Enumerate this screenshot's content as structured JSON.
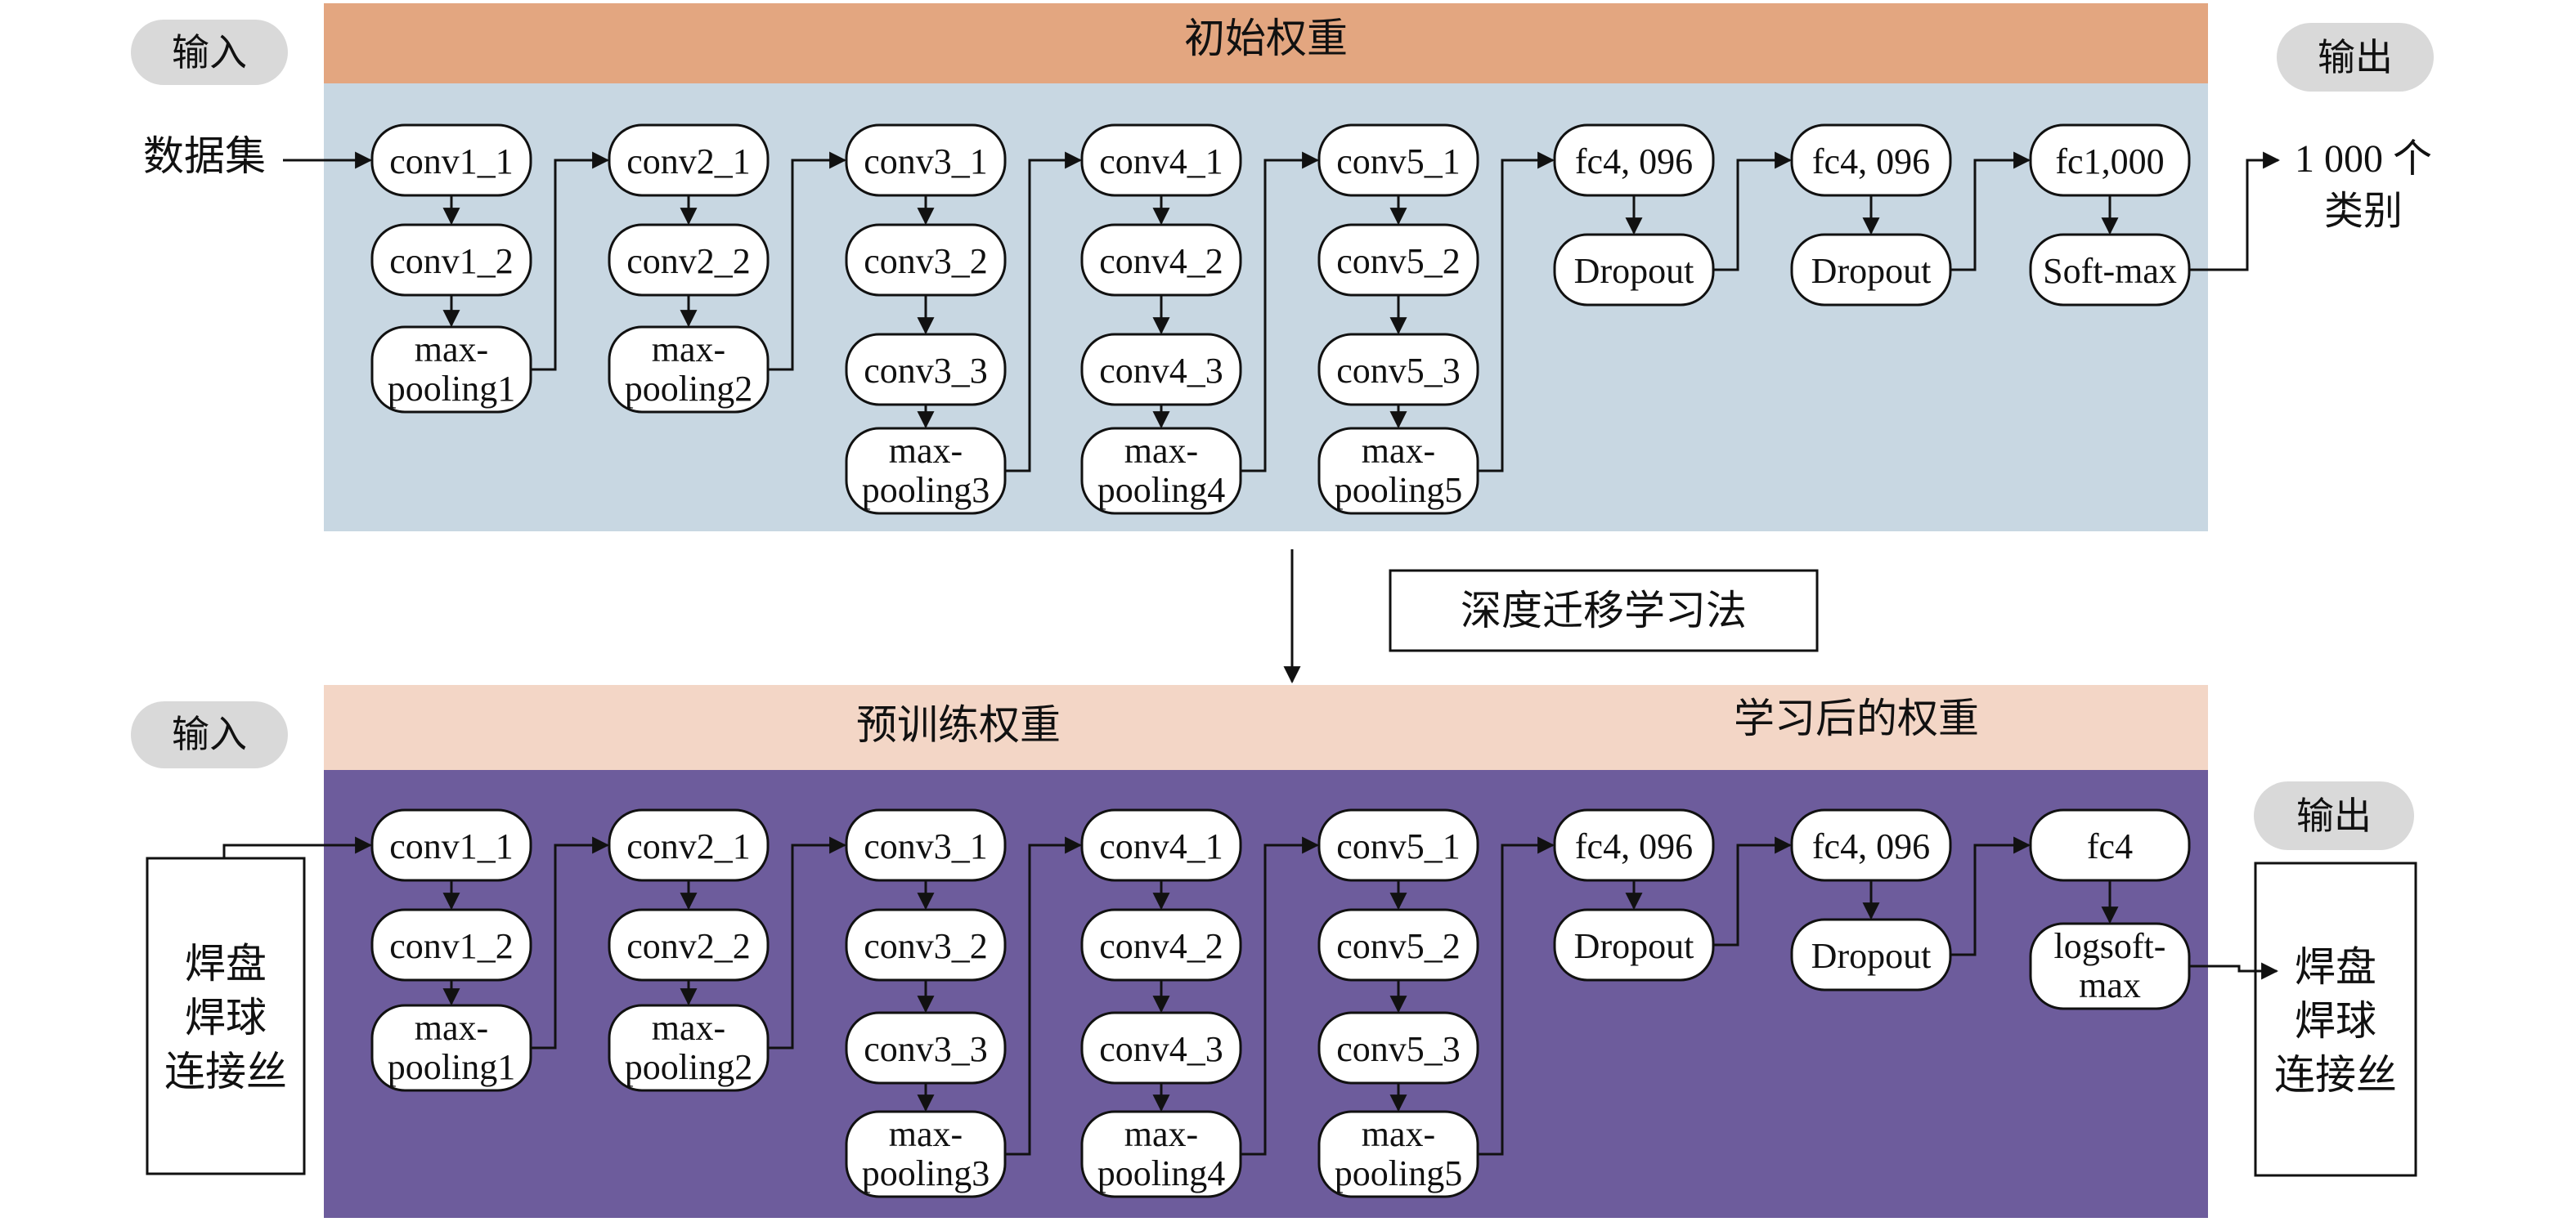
{
  "top": {
    "header_title": "初始权重",
    "input_tag": "输入",
    "output_tag": "输出",
    "input_label": "数据集",
    "output_label": [
      "1 000 个",
      "类别"
    ],
    "columns": [
      [
        "conv1_1",
        "conv1_2",
        "max-|pooling1"
      ],
      [
        "conv2_1",
        "conv2_2",
        "max-|pooling2"
      ],
      [
        "conv3_1",
        "conv3_2",
        "conv3_3",
        "max-|pooling3"
      ],
      [
        "conv4_1",
        "conv4_2",
        "conv4_3",
        "max-|pooling4"
      ],
      [
        "conv5_1",
        "conv5_2",
        "conv5_3",
        "max-|pooling5"
      ],
      [
        "fc4, 096",
        "Dropout"
      ],
      [
        "fc4, 096",
        "Dropout"
      ],
      [
        "fc1,000",
        "Soft-max"
      ]
    ]
  },
  "transfer": {
    "label": "深度迁移学习法"
  },
  "bottom": {
    "header_left": "预训练权重",
    "header_right": "学习后的权重",
    "input_tag": "输入",
    "output_tag": "输出",
    "input_box": [
      "焊盘",
      "焊球",
      "连接丝"
    ],
    "output_box": [
      "焊盘",
      "焊球",
      "连接丝"
    ],
    "columns": [
      [
        "conv1_1",
        "conv1_2",
        "max-|pooling1"
      ],
      [
        "conv2_1",
        "conv2_2",
        "max-|pooling2"
      ],
      [
        "conv3_1",
        "conv3_2",
        "conv3_3",
        "max-|pooling3"
      ],
      [
        "conv4_1",
        "conv4_2",
        "conv4_3",
        "max-|pooling4"
      ],
      [
        "conv5_1",
        "conv5_2",
        "conv5_3",
        "max-|pooling5"
      ],
      [
        "fc4, 096",
        "Dropout"
      ],
      [
        "fc4, 096",
        "Dropout"
      ],
      [
        "fc4",
        "logsoft-|max"
      ]
    ]
  },
  "colors": {
    "top_header": "#e3a680",
    "top_body": "#c8d7e2",
    "bottom_header": "#f3d6c6",
    "bottom_body": "#6d5c9c",
    "tag": "#d9d9d9"
  }
}
